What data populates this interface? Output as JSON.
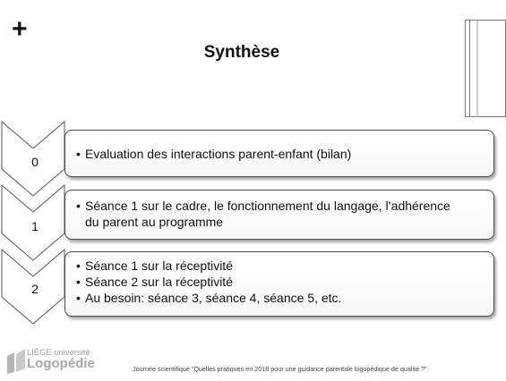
{
  "slide": {
    "plus_sign": "+",
    "title": "Synthèse"
  },
  "steps": [
    {
      "number": "0",
      "bullets": [
        "Evaluation des interactions parent-enfant (bilan)"
      ]
    },
    {
      "number": "1",
      "bullets": [
        "Séance 1 sur le cadre, le fonctionnement du langage, l’adhérence du parent au programme"
      ]
    },
    {
      "number": "2",
      "bullets": [
        "Séance 1 sur la réceptivité",
        "Séance 2 sur la réceptivité",
        "Au besoin: séance 3, séance 4, séance 5, etc."
      ]
    }
  ],
  "footer": {
    "logo_line1": "LIÈGE université",
    "logo_line2": "Logopédie",
    "caption": "Journée scientifique “Quelles pratiques en 2018 pour une guidance parentale logopédique de qualité ?”"
  },
  "colors": {
    "border": "#4a4a4a",
    "logo_gray": "#a8a8a8"
  }
}
